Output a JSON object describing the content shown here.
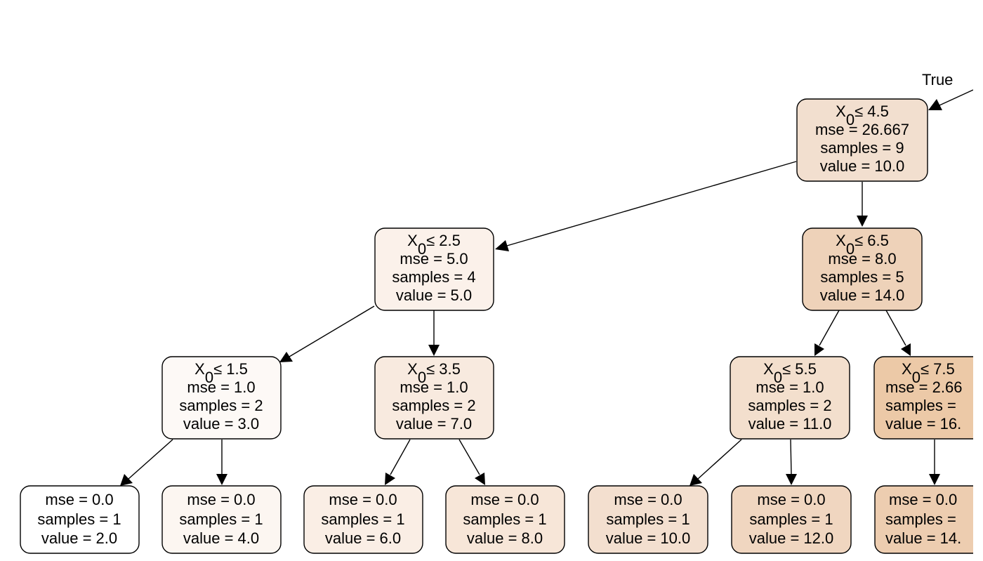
{
  "edge_labels": {
    "root_true": "True"
  },
  "nodes": {
    "n_4_5": {
      "feature": "X",
      "sub": "0",
      "split": "≤ 4.5",
      "mse": "mse = 26.667",
      "samples": "samples = 9",
      "value": "value = 10.0",
      "color": "#f2dfcf"
    },
    "n_2_5": {
      "feature": "X",
      "sub": "0",
      "split": "≤ 2.5",
      "mse": "mse = 5.0",
      "samples": "samples = 4",
      "value": "value = 5.0",
      "color": "#fbf1ea"
    },
    "n_6_5": {
      "feature": "X",
      "sub": "0",
      "split": "≤ 6.5",
      "mse": "mse = 8.0",
      "samples": "samples = 5",
      "value": "value = 14.0",
      "color": "#eed2b9"
    },
    "n_1_5": {
      "feature": "X",
      "sub": "0",
      "split": "≤ 1.5",
      "mse": "mse = 1.0",
      "samples": "samples = 2",
      "value": "value = 3.0",
      "color": "#fdf9f6"
    },
    "n_3_5": {
      "feature": "X",
      "sub": "0",
      "split": "≤ 3.5",
      "mse": "mse = 1.0",
      "samples": "samples = 2",
      "value": "value = 7.0",
      "color": "#f8eadf"
    },
    "n_5_5": {
      "feature": "X",
      "sub": "0",
      "split": "≤ 5.5",
      "mse": "mse = 1.0",
      "samples": "samples = 2",
      "value": "value = 11.0",
      "color": "#f3dfcd"
    },
    "n_7_5": {
      "feature": "X",
      "sub": "0",
      "split": "≤ 7.5",
      "mse": "mse = 2.66",
      "samples": "samples =",
      "value": "value = 16.",
      "color": "#ecc9a7"
    },
    "leaf_2": {
      "mse": "mse = 0.0",
      "samples": "samples = 1",
      "value": "value = 2.0",
      "color": "#ffffff"
    },
    "leaf_4": {
      "mse": "mse = 0.0",
      "samples": "samples = 1",
      "value": "value = 4.0",
      "color": "#fcf6f1"
    },
    "leaf_6": {
      "mse": "mse = 0.0",
      "samples": "samples = 1",
      "value": "value = 6.0",
      "color": "#faeee5"
    },
    "leaf_8": {
      "mse": "mse = 0.0",
      "samples": "samples = 1",
      "value": "value = 8.0",
      "color": "#f7e6d8"
    },
    "leaf_10": {
      "mse": "mse = 0.0",
      "samples": "samples = 1",
      "value": "value = 10.0",
      "color": "#f3dfcf"
    },
    "leaf_12": {
      "mse": "mse = 0.0",
      "samples": "samples = 1",
      "value": "value = 12.0",
      "color": "#f0d6c0"
    },
    "leaf_14": {
      "mse": "mse = 0.0",
      "samples": "samples =",
      "value": "value = 14.",
      "color": "#edcdb0"
    }
  }
}
